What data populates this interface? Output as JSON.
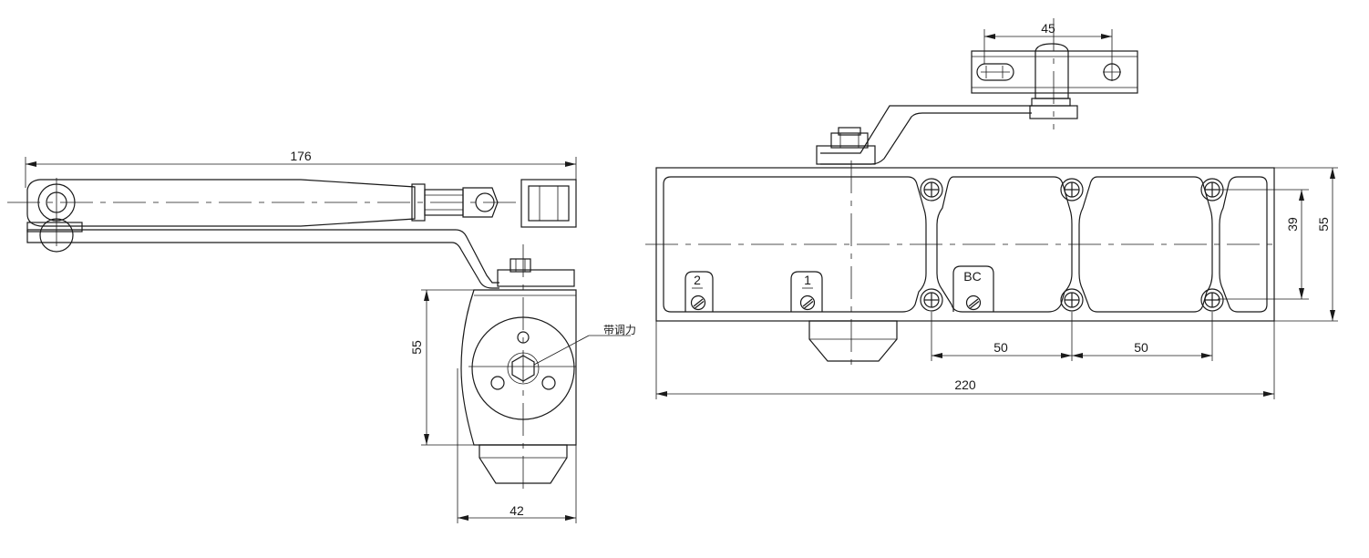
{
  "dimensions": {
    "arm_length": "176",
    "side_height": "55",
    "side_width": "42",
    "bracket_hole_spacing": "45",
    "body_height": "55",
    "screw_vertical_spacing": "39",
    "screw_spacing_left": "50",
    "screw_spacing_right": "50",
    "body_length": "220"
  },
  "labels": {
    "adjust_force": "带调力",
    "valve_2": "2",
    "valve_1": "1",
    "valve_bc": "BC"
  }
}
